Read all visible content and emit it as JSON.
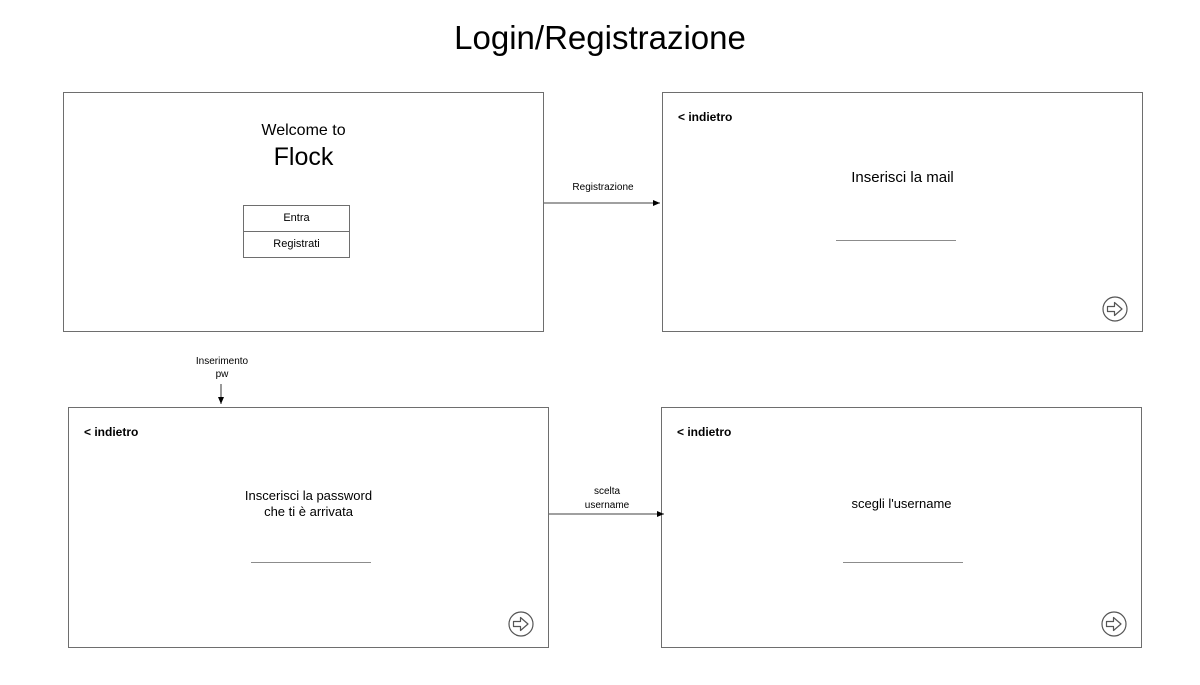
{
  "title": "Login/Registrazione",
  "screens": {
    "welcome": {
      "greeting": "Welcome to",
      "app_name": "Flock",
      "buttons": [
        "Entra",
        "Registrati"
      ]
    },
    "email": {
      "back": "< indietro",
      "prompt": "Inserisci la mail"
    },
    "password": {
      "back": "< indietro",
      "prompt_line1": "Inscerisci la password",
      "prompt_line2": "che ti è arrivata"
    },
    "username": {
      "back": "< indietro",
      "prompt": "scegli l'username"
    }
  },
  "edges": {
    "registrazione": "Registrazione",
    "inserimento_pw_line1": "Inserimento",
    "inserimento_pw_line2": "pw",
    "scelta_username_line1": "scelta",
    "scelta_username_line2": "username"
  },
  "icons": {
    "next": "arrow-right-circle-icon"
  }
}
